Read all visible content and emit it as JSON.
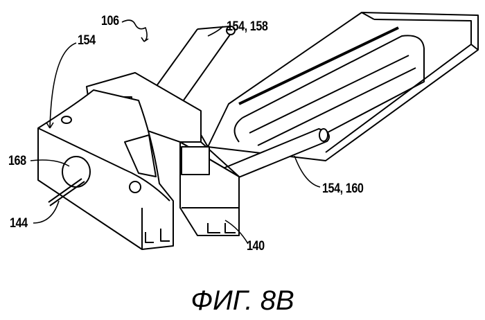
{
  "figure": {
    "caption": "ФИГ. 8B",
    "labels": {
      "assembly": "106",
      "housing": "154",
      "upper_rod": "154, 158",
      "lower_rod": "154, 160",
      "opening": "168",
      "needle": "144",
      "carrier": "140"
    }
  }
}
